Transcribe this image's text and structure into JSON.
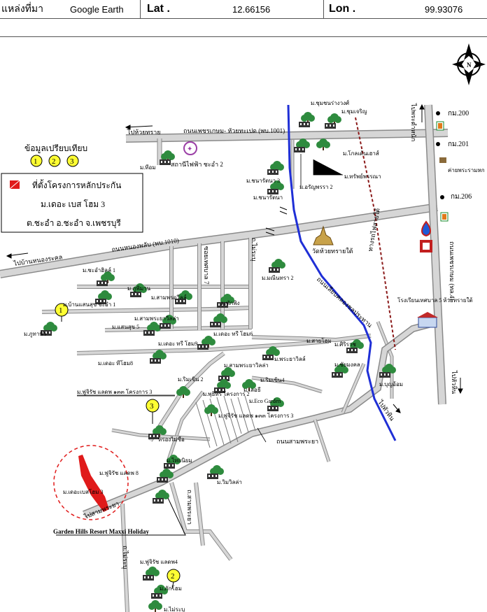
{
  "header": {
    "source_label": "แหล่งที่มา",
    "source_value": "Google Earth",
    "lat_label": "Lat .",
    "lat_value": "12.66156",
    "lon_label": "Lon .",
    "lon_value": "99.93076"
  },
  "compass": {
    "label": "N"
  },
  "legend": {
    "compare_title": "ข้อมูลเปรียบเทียบ",
    "markers": [
      "1",
      "2",
      "3"
    ],
    "project_label": "ที่ตั้งโครงการหลักประกัน",
    "project_name": "ม.เดอะ เบส โฮม 3",
    "project_address": "ต.ชะอำ อ.ชะอำ จ.เพชรบุรี"
  },
  "roads": {
    "phetkasem": "ถนนเพชรเกษม- หัวยทะเปด (พบ.1001)",
    "to_huai_sai": "ไปห้วยทราย",
    "to_phra_tamnak": "ไปพระตำหนัก",
    "road_1010": "ถนนหนองพลับ (พบ.1010)",
    "to_nong_khon": "ไปบ้านหนองระคล",
    "canal_road": "ถนนเลียบคลองชลประทาน",
    "rama_road": "ถนนเพชรเกษม (ทล.4)",
    "to_hua_hin": "ไปหัวหิน",
    "to_hua_hin2": "ไปหัวหิน",
    "to_sam_phraya": "ไปสามพระยา",
    "sam_phraya_road": "ถนนสามพระยา",
    "road_7": "ซอยเทศบาล 7",
    "road_hua_hin2": "ถ.สามพระยา",
    "to_nong_bua": "ถ.ไม่ระบุ",
    "vertical_left": "ถ.ไม่ระบุ",
    "rail_label": "ทางรถไฟสายใต้"
  },
  "km": {
    "k200": "กม.200",
    "k201": "กม.201",
    "k206": "กม.206"
  },
  "places": {
    "station": "สถานีไฟฟ้า ชะอำ 2",
    "temple": "วัดห้วยทรายใต้",
    "school": "โรงเรียนเทศบาล 5 ห้วยทรายใต้",
    "camp": "ค่ายพระรามหก"
  },
  "villages": [
    "ม.ชุมชนร่างวงศ์",
    "ม.ชุมเจริญ",
    "ม.โกลเด้นเฮาส์",
    "ม.ทรัพย์พรรณา",
    "ม.อรัญพรรา 2",
    "ม.ชนารัตนา 3",
    "ม.ชนารัตนา",
    "ม.ทีอม",
    "ม.พักพิง",
    "ม.มณีนทรา 2",
    "ม.ชะอำฮิลล์ 1",
    "ม.สามพรอวีลล์",
    "ม.บ้านแสนสุข ชะอำ 1",
    "ม.ภูพิมาน",
    "ม.ภูทาหัว",
    "ม.สามพระยาวิลล่า",
    "ม.แสนสุข 5",
    "ม.เดอะ ทรี โฮม6",
    "ม.เดอะ ทรี โฮม9",
    "ม.สายโฮม",
    "ม.เดอะ ทีโฮม8",
    "ม.ศิริราช",
    "ม.ชัยมงคล",
    "ม.บุญอ้อม",
    "ม.สามพระยาวิลล่า",
    "ม.พระยาวิลล์",
    "ม.ริมเขิน 2",
    "ม.ริมเขิน4",
    "ม.เลอธี",
    "ม.Eco Garden",
    "ม.พุธิทร โครงการ 2",
    "ม.ฟูจิรัช แลดพ ๑๓๓ โครงการ 3",
    "ม.ไทยนิยม",
    "ม.วิมวิลล่า",
    "ม.ฟูจิรัช แลดพ 8",
    "ม.เดอะเบสโฮม 3",
    "ม.ฟูจิรัช แลดพ4",
    "ม.ภักโฮม",
    "ม.ไม่ระบุ",
    "หรองไม่ซือ"
  ],
  "resort": "Garden Hills Resort Maxxi Holiday",
  "colors": {
    "road_fill": "#d6d6d6",
    "road_edge": "#8a8a8a",
    "canal": "#1f2fd6",
    "rail": "#8b1a1a",
    "marker_fill": "#ffff33",
    "project_fill": "#e01a1a",
    "tree": "#2e8b3e"
  }
}
